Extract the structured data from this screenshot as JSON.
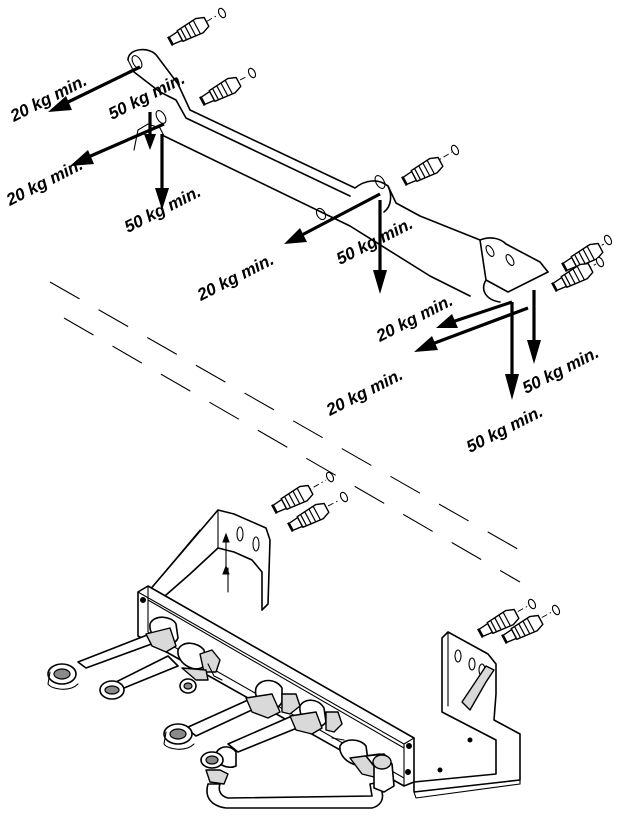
{
  "diagram": {
    "load_labels": {
      "l1": "20 kg min.",
      "l2": "50 kg min.",
      "l3": "20 kg min.",
      "l4": "50 kg min.",
      "l5": "20 kg min.",
      "l6": "50 kg min.",
      "l7": "20 kg min.",
      "l8": "20 kg min.",
      "l9": "50 kg min.",
      "l10": "50 kg min."
    },
    "components": {
      "rail": "wall-mounting-rail",
      "plate": "connection-bracket",
      "anchor": "wall-plug-and-screw",
      "fitting": "pipe-connection-fitting",
      "arrow": "load-direction-arrow"
    }
  }
}
